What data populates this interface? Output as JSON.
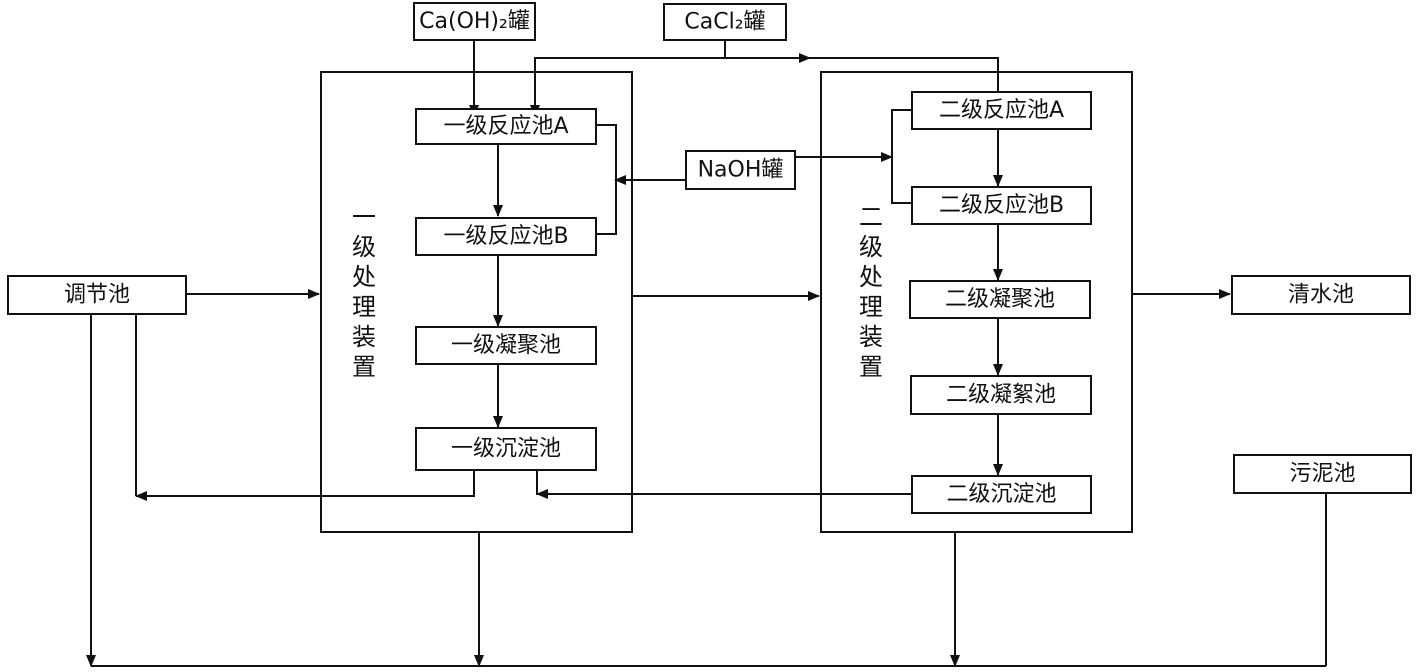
{
  "nodes": {
    "caoh2_tank": "Ca(OH)₂罐",
    "cacl2_tank": "CaCl₂罐",
    "naoh_tank": "NaOH罐",
    "regulating_pool": "调节池",
    "clear_water_pool": "清水池",
    "sludge_pool": "污泥池",
    "primary_unit": "一级处理装置",
    "secondary_unit": "二级处理装置",
    "p1_reaction_a": "一级反应池A",
    "p1_reaction_b": "一级反应池B",
    "p1_coagulation": "一级凝聚池",
    "p1_sedimentation": "一级沉淀池",
    "p2_reaction_a": "二级反应池A",
    "p2_reaction_b": "二级反应池B",
    "p2_coagulation": "二级凝聚池",
    "p2_flocculation": "二级凝絮池",
    "p2_sedimentation": "二级沉淀池"
  }
}
